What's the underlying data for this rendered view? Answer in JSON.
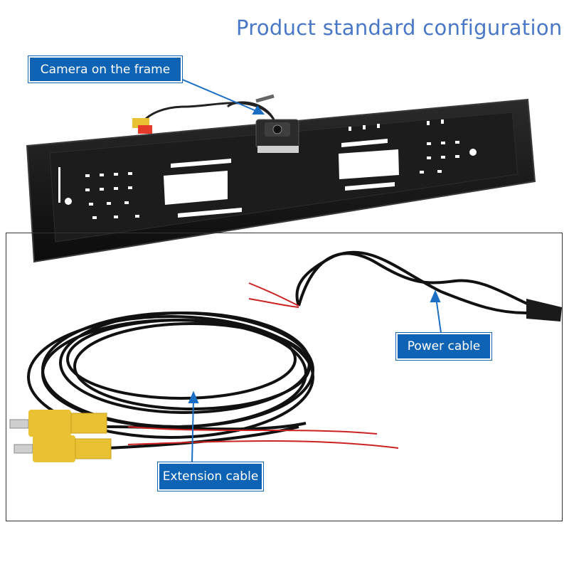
{
  "title": "Product standard configuration",
  "callouts": {
    "camera": "Camera on the frame",
    "power": "Power cable",
    "extension": "Extension cable"
  },
  "colors": {
    "title": "#4a78c8",
    "callout_bg": "#0e63b5",
    "frame": "#161616",
    "rca_yellow": "#e8c233",
    "wire_red": "#cc2222"
  }
}
